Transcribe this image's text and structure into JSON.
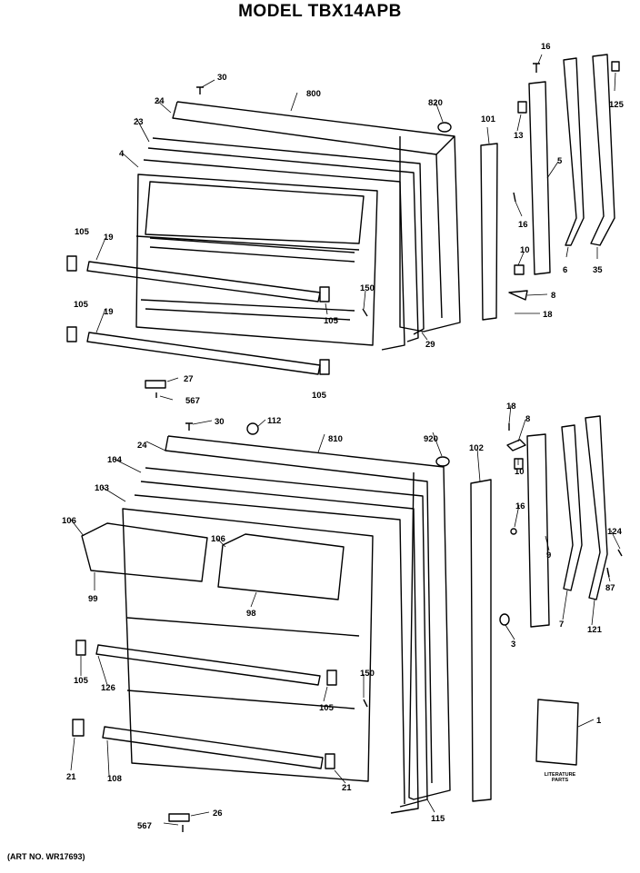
{
  "title": "MODEL TBX14APB",
  "art_number": "(ART NO. WR17693)",
  "literature_caption": "LITERATURE PARTS",
  "callouts": {
    "upper": [
      "30",
      "24",
      "800",
      "820",
      "23",
      "4",
      "105",
      "19",
      "105",
      "19",
      "150",
      "105",
      "29",
      "105",
      "27",
      "567",
      "101",
      "13",
      "16",
      "5",
      "125",
      "16",
      "10",
      "6",
      "35",
      "8",
      "18"
    ],
    "lower": [
      "30",
      "112",
      "810",
      "920",
      "24",
      "104",
      "103",
      "106",
      "106",
      "99",
      "98",
      "105",
      "126",
      "105",
      "150",
      "21",
      "108",
      "21",
      "567",
      "26",
      "115",
      "102",
      "18",
      "8",
      "10",
      "16",
      "9",
      "124",
      "87",
      "7",
      "121",
      "3",
      "1"
    ]
  }
}
